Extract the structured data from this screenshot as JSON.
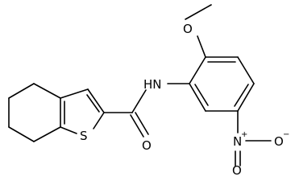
{
  "molecule": {
    "atoms": {
      "O_methoxy": "O",
      "N_amide": "HN",
      "S_thiophene": "S",
      "O_carbonyl": "O",
      "N_nitro": "N",
      "N_nitro_charge": "+",
      "O_nitro_right": "O",
      "O_nitro_right_charge": "−",
      "O_nitro_down": "O"
    }
  },
  "colors": {
    "bond": "#000000",
    "text": "#000000",
    "background": "#ffffff"
  }
}
